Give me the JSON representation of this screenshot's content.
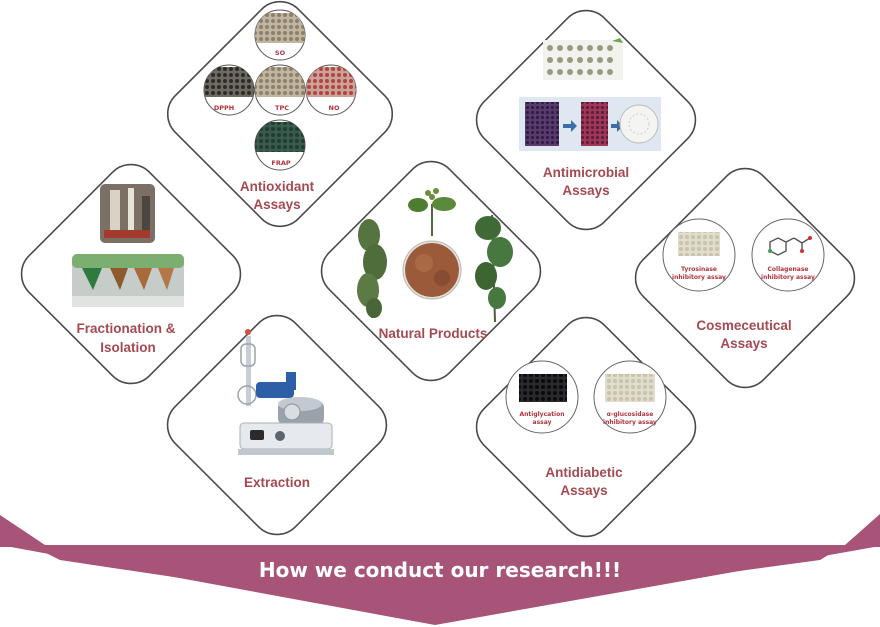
{
  "banner": {
    "text": "How we conduct our research!!!",
    "color": "#a85478"
  },
  "frame_stroke": "#4a4a4a",
  "title_color": "#a54a52",
  "nodes": {
    "antioxidant": {
      "title_lines": [
        "Antioxidant",
        "Assays"
      ],
      "plates": [
        "SO",
        "DPPH",
        "TPC",
        "NO",
        "FRAP"
      ]
    },
    "antimicrobial": {
      "title_lines": [
        "Antimicrobial",
        "Assays"
      ]
    },
    "fractionation": {
      "title_lines": [
        "Fractionation &",
        "Isolation"
      ]
    },
    "natural_products": {
      "title_lines": [
        "Natural Products"
      ]
    },
    "cosmeceutical": {
      "title_lines": [
        "Cosmeceutical",
        "Assays"
      ],
      "plates": [
        [
          "Tyrosinase",
          "inhibitory assay"
        ],
        [
          "Collagenase",
          "inhibitory assay"
        ]
      ]
    },
    "extraction": {
      "title_lines": [
        "Extraction"
      ]
    },
    "antidiabetic": {
      "title_lines": [
        "Antidiabetic",
        "Assays"
      ],
      "plates": [
        [
          "Antiglycation",
          "assay"
        ],
        [
          "α-glucosidase",
          "inhibitory assay"
        ]
      ]
    }
  }
}
